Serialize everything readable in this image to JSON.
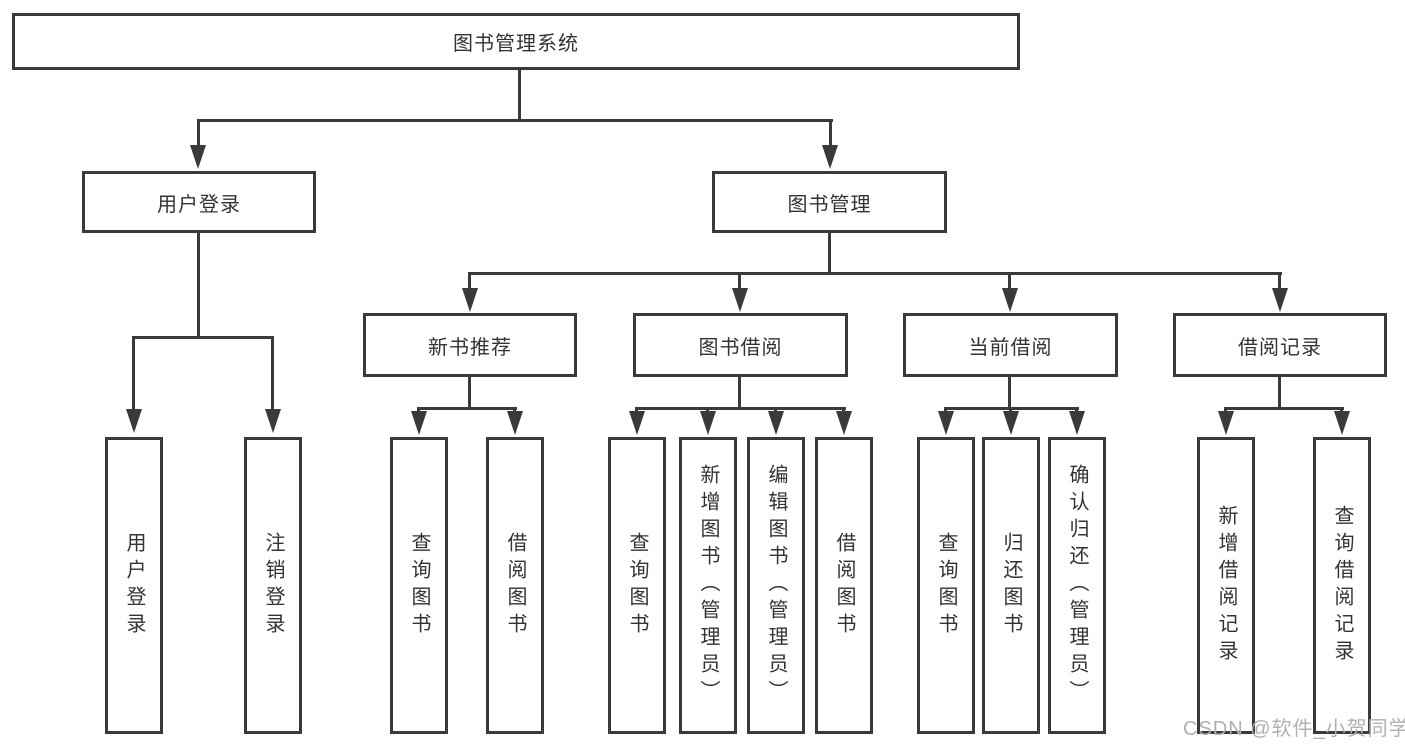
{
  "diagram": {
    "root": {
      "label": "图书管理系统"
    },
    "branches": [
      {
        "label": "用户登录",
        "children": [
          {
            "label": "用户登录"
          },
          {
            "label": "注销登录"
          }
        ]
      },
      {
        "label": "图书管理",
        "children": [
          {
            "label": "新书推荐",
            "children": [
              {
                "label": "查询图书"
              },
              {
                "label": "借阅图书"
              }
            ]
          },
          {
            "label": "图书借阅",
            "children": [
              {
                "label": "查询图书"
              },
              {
                "label": "新增图书（管理员）"
              },
              {
                "label": "编辑图书（管理员）"
              },
              {
                "label": "借阅图书"
              }
            ]
          },
          {
            "label": "当前借阅",
            "children": [
              {
                "label": "查询图书"
              },
              {
                "label": "归还图书"
              },
              {
                "label": "确认归还（管理员）"
              }
            ]
          },
          {
            "label": "借阅记录",
            "children": [
              {
                "label": "新增借阅记录"
              },
              {
                "label": "查询借阅记录"
              }
            ]
          }
        ]
      }
    ]
  },
  "watermark": {
    "text": "CSDN @软件_小贺同学"
  },
  "colors": {
    "line": "#3a3a3a",
    "text": "#333333",
    "watermark": "#b0b0b0",
    "bg": "#ffffff"
  }
}
